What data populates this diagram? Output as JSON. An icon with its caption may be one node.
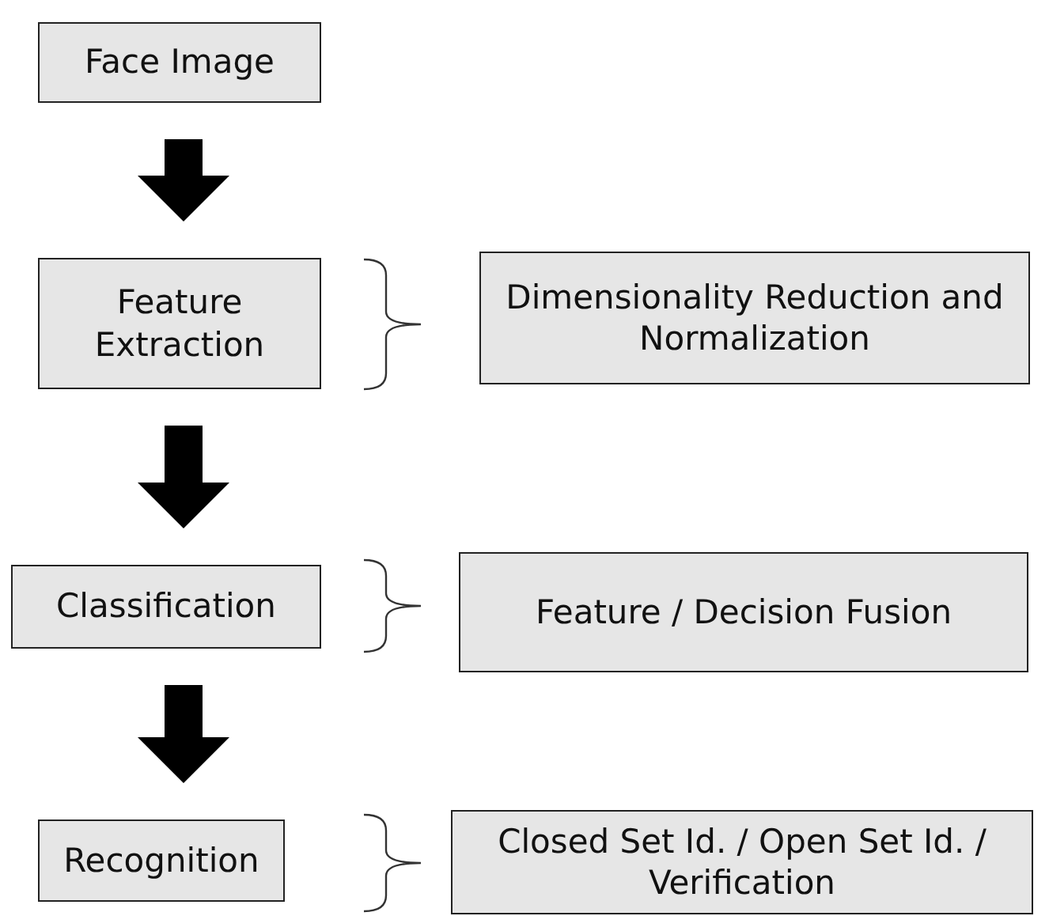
{
  "diagram": {
    "nodes": [
      {
        "text": [
          "Face Image"
        ]
      },
      {
        "text": [
          "Feature Extraction"
        ]
      },
      {
        "text": [
          "Dimensionality Reduction and Normalization"
        ]
      },
      {
        "text": [
          "Classification"
        ]
      },
      {
        "text": [
          "Feature / Decision Fusion"
        ]
      },
      {
        "text": [
          "Recognition"
        ]
      },
      {
        "text": [
          "Closed Set Id. / Open Set Id. / Verification"
        ]
      }
    ],
    "edges": [
      {
        "from": 0,
        "to": 1,
        "arrow": "to"
      },
      {
        "from": 1,
        "to": 3,
        "arrow": "to"
      },
      {
        "from": 3,
        "to": 5,
        "arrow": "to"
      }
    ]
  }
}
